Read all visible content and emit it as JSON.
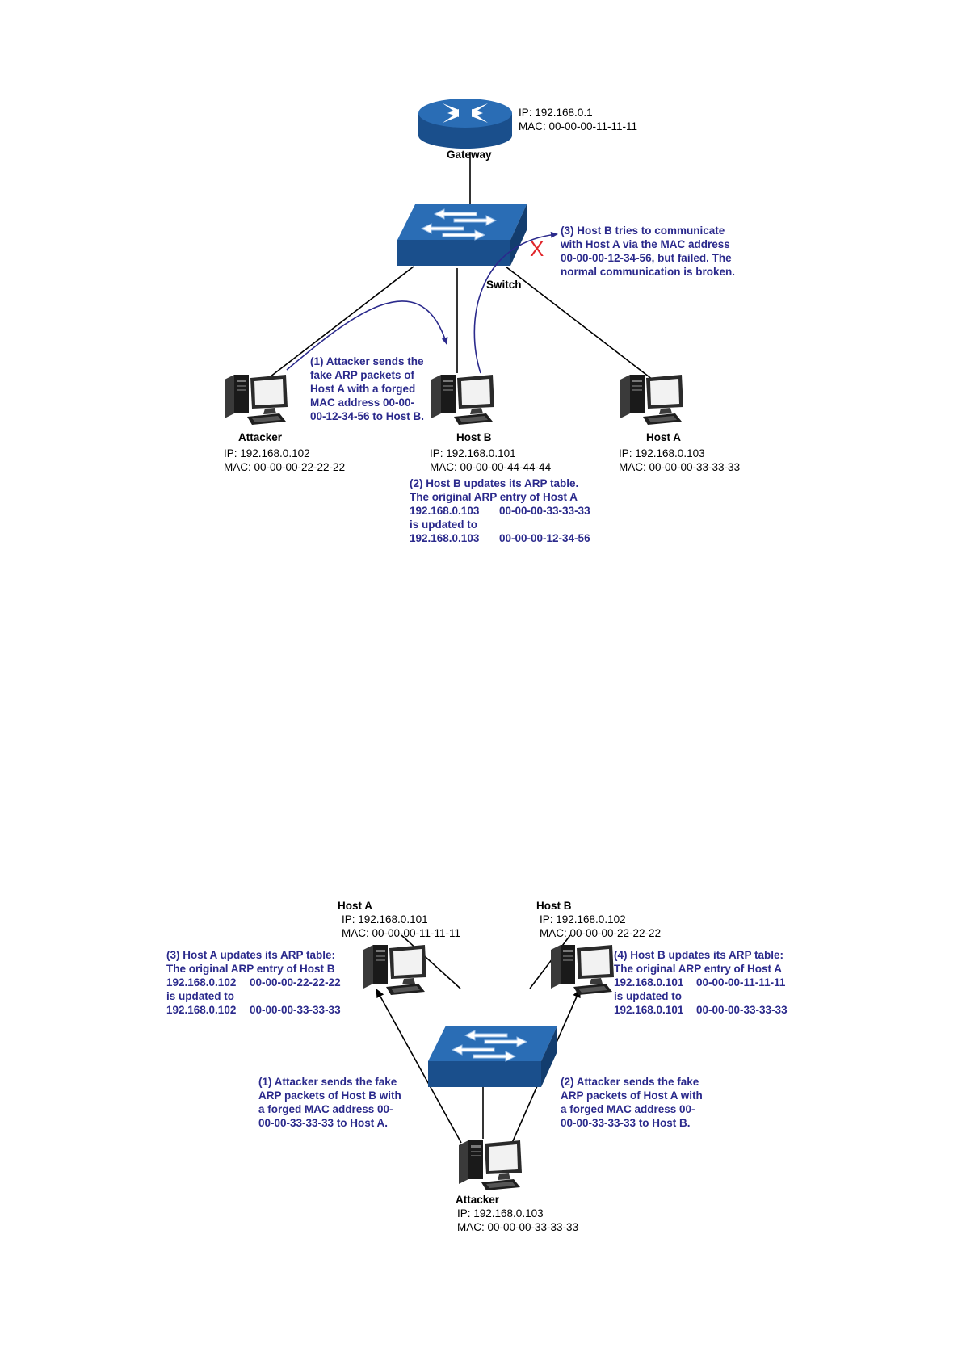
{
  "diagram1": {
    "gateway": {
      "label": "Gateway",
      "ip": "IP: 192.168.0.1",
      "mac": "MAC: 00-00-00-11-11-11"
    },
    "switch": {
      "label": "Switch"
    },
    "attacker": {
      "label": "Attacker",
      "ip": "IP: 192.168.0.102",
      "mac": "MAC: 00-00-00-22-22-22"
    },
    "host_b": {
      "label": "Host B",
      "ip": "IP: 192.168.0.101",
      "mac": "MAC: 00-00-00-44-44-44"
    },
    "host_a": {
      "label": "Host A",
      "ip": "IP: 192.168.0.103",
      "mac": "MAC: 00-00-00-33-33-33"
    },
    "note1": [
      "(1) Attacker sends the",
      "fake ARP packets of",
      "Host A with a forged",
      "MAC address 00-00-",
      "00-12-34-56 to Host B."
    ],
    "note2": {
      "line1": "(2) Host B updates its ARP table.",
      "line2": "The original ARP entry of Host A",
      "old_ip": "192.168.0.103",
      "old_mac": "00-00-00-33-33-33",
      "line4": "is updated to",
      "new_ip": "192.168.0.103",
      "new_mac": "00-00-00-12-34-56"
    },
    "note3": [
      "(3) Host B tries to communicate",
      "with Host A via the MAC address",
      "00-00-00-12-34-56, but failed. The",
      "normal communication is broken."
    ],
    "fail_mark": "X"
  },
  "diagram2": {
    "host_a": {
      "label": "Host A",
      "ip": "IP: 192.168.0.101",
      "mac": "MAC: 00-00-00-11-11-11"
    },
    "host_b": {
      "label": "Host B",
      "ip": "IP: 192.168.0.102",
      "mac": "MAC: 00-00-00-22-22-22"
    },
    "attacker": {
      "label": "Attacker",
      "ip": "IP: 192.168.0.103",
      "mac": "MAC: 00-00-00-33-33-33"
    },
    "note1": [
      "(1) Attacker sends the fake",
      "ARP packets of Host B with",
      "a forged MAC address 00-",
      "00-00-33-33-33 to Host A."
    ],
    "note2": [
      "(2) Attacker sends the fake",
      "ARP packets of Host A with",
      "a forged MAC address 00-",
      "00-00-33-33-33 to Host B."
    ],
    "note3": {
      "line1": "(3) Host A updates its ARP table:",
      "line2": "The original ARP entry of Host B",
      "old_ip": "192.168.0.102",
      "old_mac": "00-00-00-22-22-22",
      "line4": "is updated to",
      "new_ip": "192.168.0.102",
      "new_mac": "00-00-00-33-33-33"
    },
    "note4": {
      "line1": "(4) Host B updates its ARP table:",
      "line2": "The original ARP entry of Host A",
      "old_ip": "192.168.0.101",
      "old_mac": "00-00-00-11-11-11",
      "line4": "is updated to",
      "new_ip": "192.168.0.101",
      "new_mac": "00-00-00-33-33-33"
    }
  },
  "colors": {
    "annotation": "#2b2a8c",
    "device_blue": "#1f5fa8",
    "fail": "#e0262b"
  }
}
